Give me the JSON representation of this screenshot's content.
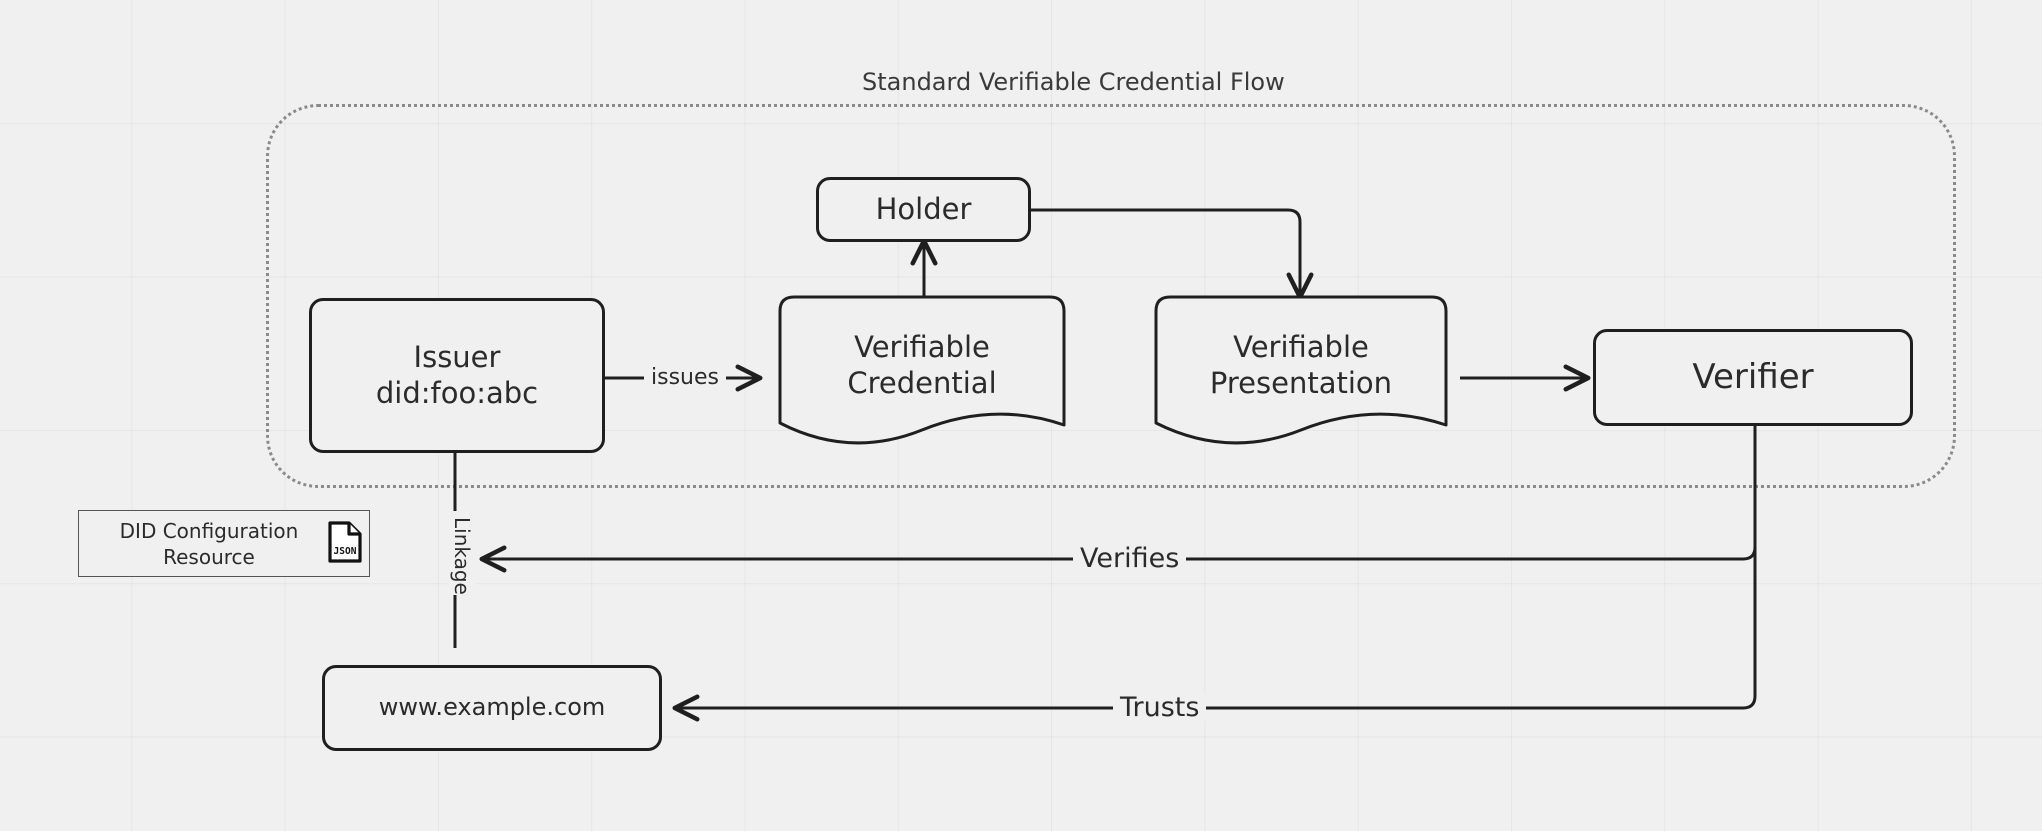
{
  "diagram": {
    "title": "Standard Verifiable Credential Flow",
    "background_color": "#f0f0f0",
    "stroke_color": "#1f1f1f",
    "group_border_color": "#8a8a8a",
    "text_color": "#2b2b2b"
  },
  "group": {
    "label": "Standard Verifiable Credential Flow",
    "border_style": "dotted"
  },
  "nodes": {
    "issuer": {
      "line1": "Issuer",
      "line2": "did:foo:abc",
      "shape": "rounded-rectangle"
    },
    "holder": {
      "label": "Holder",
      "shape": "rounded-rectangle"
    },
    "verifiable_credential": {
      "line1": "Verifiable",
      "line2": "Credential",
      "shape": "document"
    },
    "verifiable_presentation": {
      "line1": "Verifiable",
      "line2": "Presentation",
      "shape": "document"
    },
    "verifier": {
      "label": "Verifier",
      "shape": "rounded-rectangle"
    },
    "did_configuration_resource": {
      "line1": "DID Configuration",
      "line2": "Resource",
      "shape": "rectangle",
      "icon": "json-file-icon",
      "icon_label": "JSON"
    },
    "website": {
      "label": "www.example.com",
      "shape": "rounded-rectangle"
    }
  },
  "edges": {
    "issues": {
      "label": "issues",
      "from": "issuer",
      "to": "verifiable_credential"
    },
    "credential_to_holder": {
      "label": "",
      "from": "verifiable_credential",
      "to": "holder"
    },
    "holder_to_presentation": {
      "label": "",
      "from": "holder",
      "to": "verifiable_presentation"
    },
    "presentation_to_verifier": {
      "label": "",
      "from": "verifiable_presentation",
      "to": "verifier"
    },
    "linkage": {
      "label": "Linkage",
      "from": "issuer",
      "to": "website"
    },
    "verifies": {
      "label": "Verifies",
      "from": "verifier",
      "to": "did_configuration_resource"
    },
    "trusts": {
      "label": "Trusts",
      "from": "verifier",
      "to": "website"
    }
  }
}
